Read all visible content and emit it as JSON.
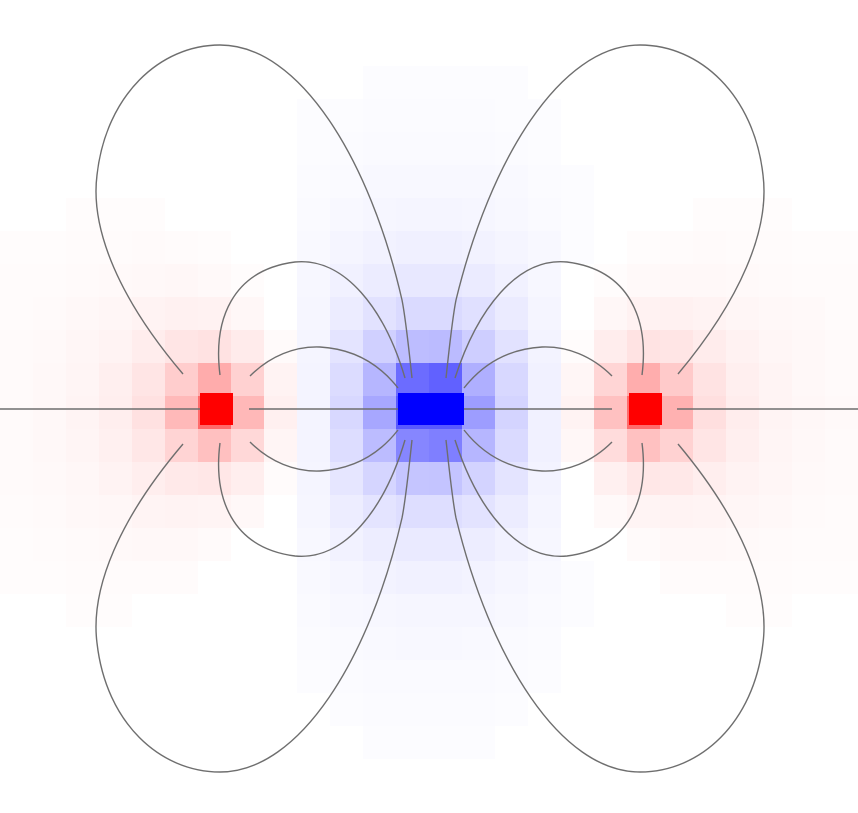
{
  "diagram": {
    "kind": "electric-field-lines",
    "charges": [
      {
        "id": "charge-left",
        "sign": "positive",
        "color": "#ff0000"
      },
      {
        "id": "charge-center",
        "sign": "negative",
        "color": "#0000ff"
      },
      {
        "id": "charge-right",
        "sign": "positive",
        "color": "#ff0000"
      }
    ],
    "field_line_color": "#6e6e6e",
    "background_tint": {
      "positive": "#ff0000",
      "negative": "#0000ff"
    }
  }
}
